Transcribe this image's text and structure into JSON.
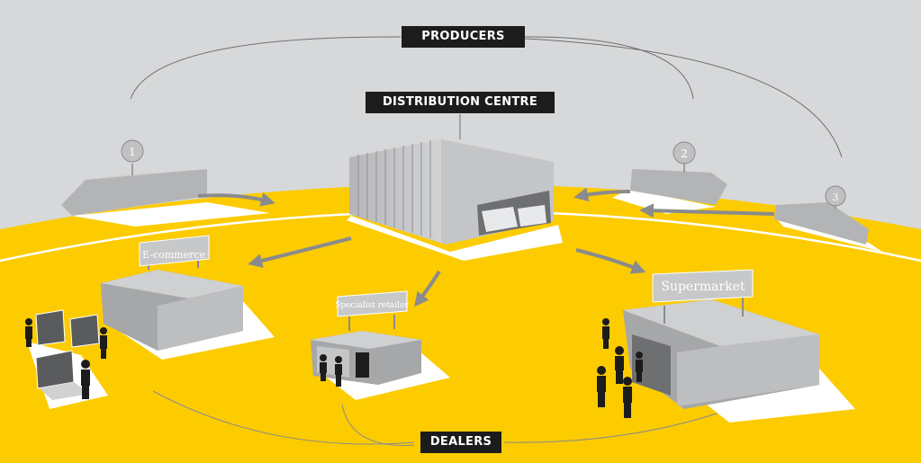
{
  "labels": {
    "producers": "PRODUCERS",
    "distribution_centre": "DISTRIBUTION CENTRE",
    "dealers": "DEALERS"
  },
  "producer_numbers": [
    "1",
    "2",
    "3"
  ],
  "signs": {
    "ecommerce": "E-commerce",
    "specialist_retailer": "Specialist retailer",
    "supermarket": "Supermarket"
  },
  "colors": {
    "sky": "#d7d8d9",
    "ground": "#fccb00",
    "building_light": "#c7c8c9",
    "building_dark": "#9a9b9d",
    "ink": "#1c1c1c",
    "arrow": "#8a8b8d"
  }
}
